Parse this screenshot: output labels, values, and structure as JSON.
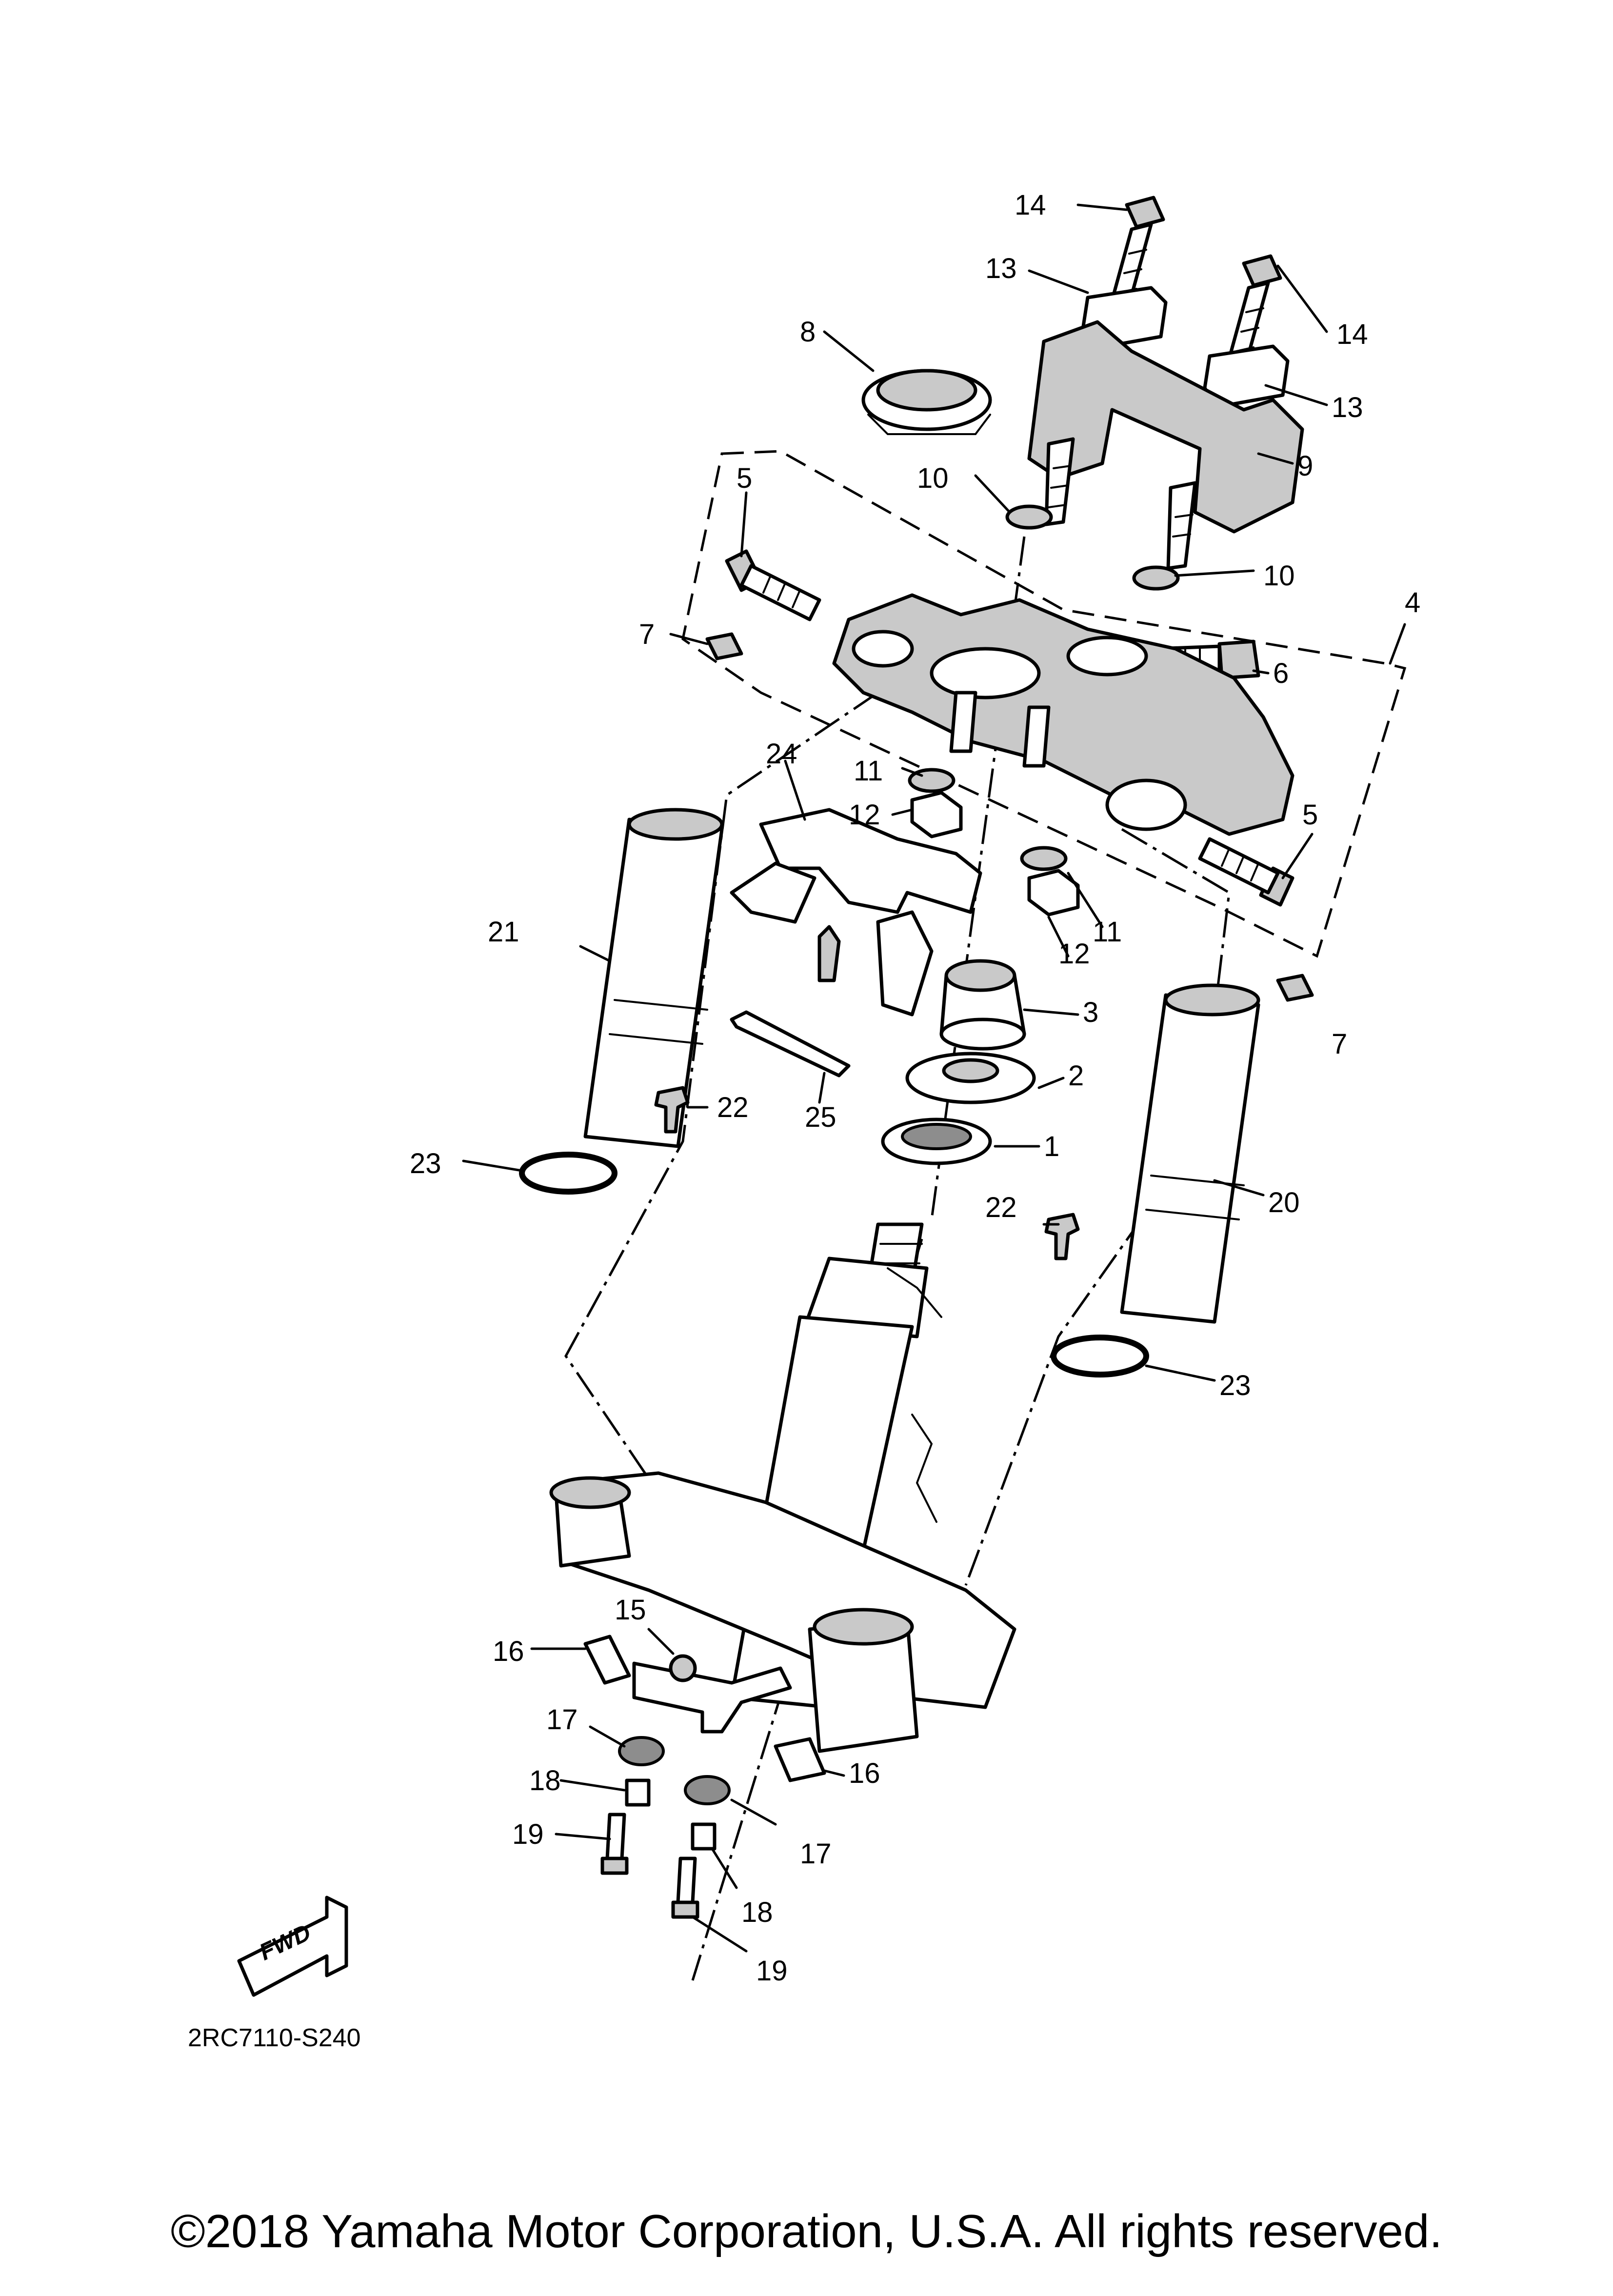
{
  "diagram": {
    "part_labels": [
      "1",
      "2",
      "3",
      "4",
      "5",
      "6",
      "7",
      "8",
      "9",
      "10",
      "11",
      "12",
      "13",
      "14",
      "15",
      "16",
      "17",
      "18",
      "19",
      "20",
      "21",
      "22",
      "23",
      "24",
      "25"
    ],
    "direction_badge": "FWD",
    "reference_code": "2RC7110-S240"
  },
  "footer": {
    "copyright": "©2018 Yamaha Motor Corporation, U.S.A. All rights reserved."
  }
}
